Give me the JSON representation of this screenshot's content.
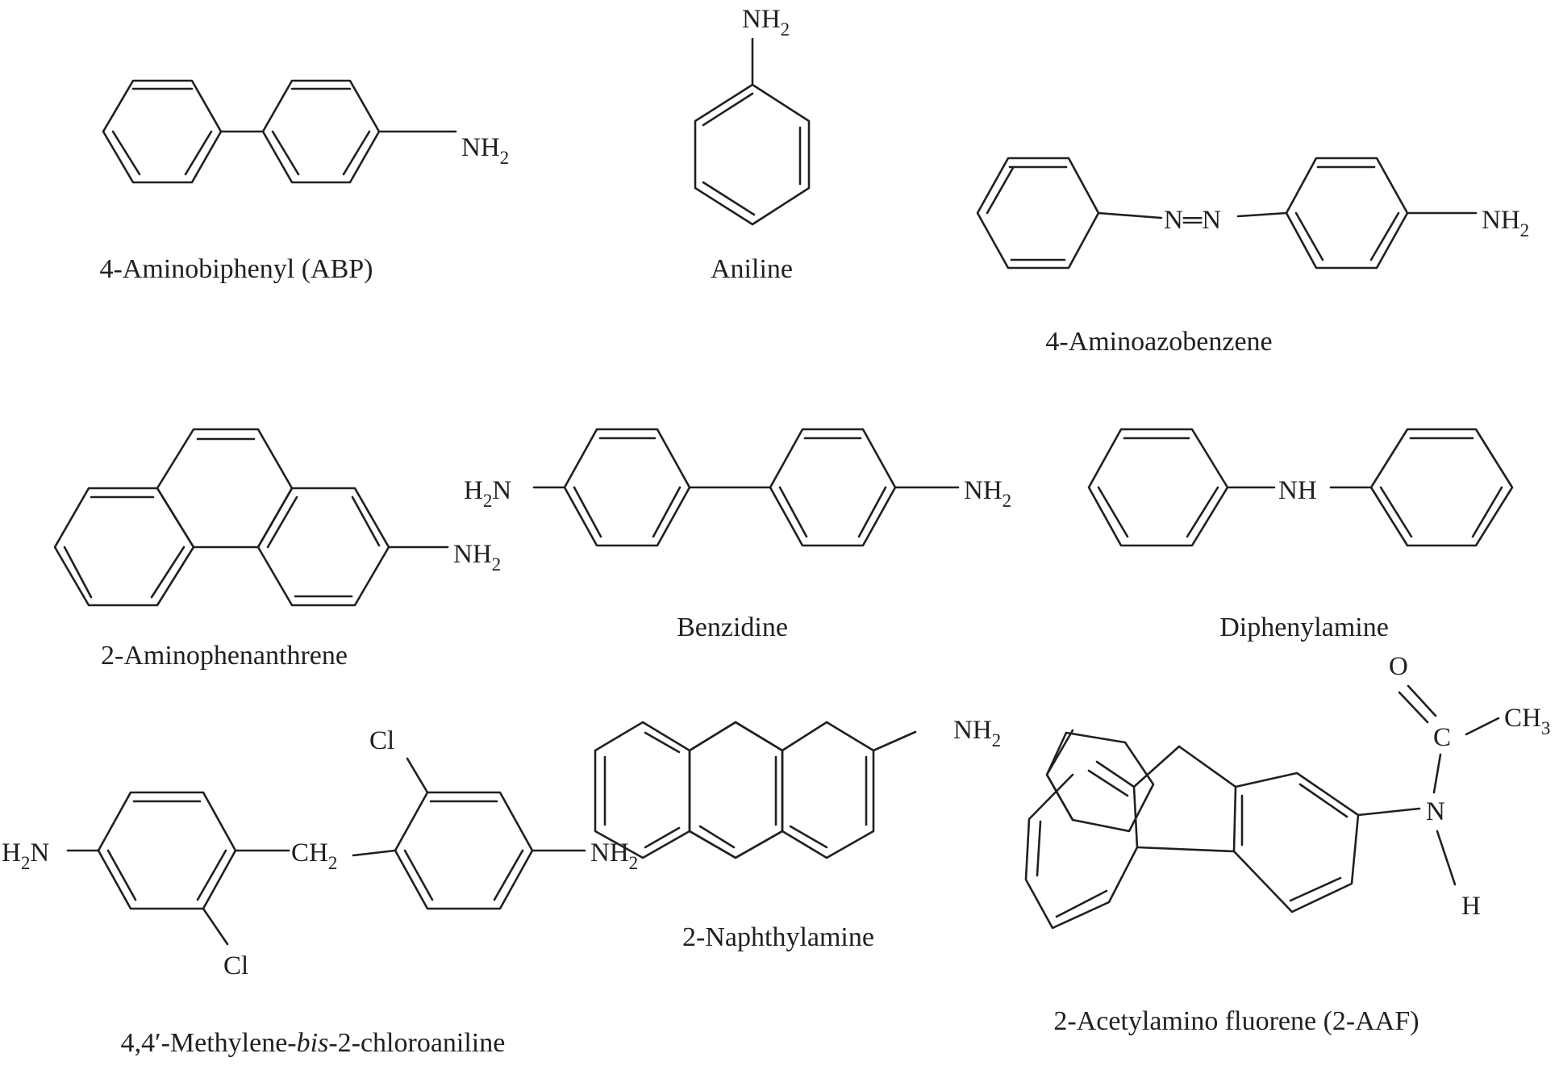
{
  "figure": {
    "compounds": [
      {
        "name": "4-Aminobiphenyl (ABP)",
        "groups": [
          "NH2"
        ]
      },
      {
        "name": "Aniline",
        "groups": [
          "NH2"
        ]
      },
      {
        "name": "4-Aminoazobenzene",
        "groups": [
          "N=N",
          "NH2"
        ]
      },
      {
        "name": "2-Aminophenanthrene",
        "groups": [
          "NH2"
        ]
      },
      {
        "name": "Benzidine",
        "groups": [
          "H2N",
          "NH2"
        ]
      },
      {
        "name": "Diphenylamine",
        "groups": [
          "NH"
        ]
      },
      {
        "name_prefix": "4,4′-Methylene-",
        "name_italic": "bis",
        "name_suffix": "-2-chloroaniline",
        "groups": [
          "Cl",
          "Cl",
          "H2N",
          "CH2",
          "NH2"
        ]
      },
      {
        "name": "2-Naphthylamine",
        "groups": [
          "NH2"
        ]
      },
      {
        "name": "2-Acetylamino fluorene (2-AAF)",
        "groups": [
          "O",
          "C",
          "CH3",
          "N",
          "H"
        ]
      }
    ],
    "atom_labels": {
      "nh2": "NH",
      "h2n_h": "H",
      "h2n_n": "N",
      "two": "2",
      "three": "3",
      "azo": "N═N",
      "nh": "NH",
      "cl": "Cl",
      "ch2": "CH",
      "o": "O",
      "c": "C",
      "ch3": "CH",
      "n": "N",
      "h": "H"
    }
  }
}
